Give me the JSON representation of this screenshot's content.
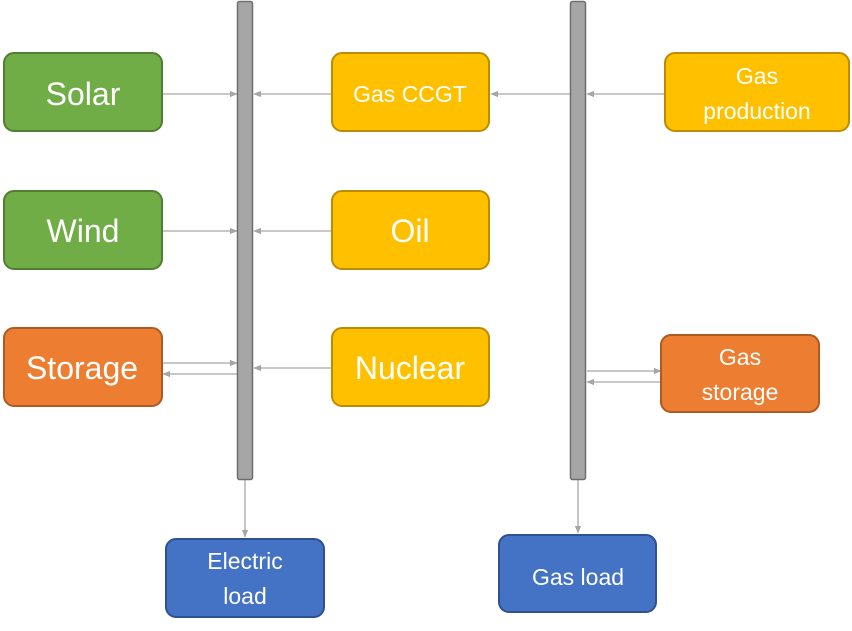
{
  "colors": {
    "green": "#70AD47",
    "green_border": "#507E32",
    "yellow": "#FFC000",
    "yellow_border": "#BC8C00",
    "orange": "#ED7D31",
    "orange_border": "#AE5A21",
    "blue": "#4472C4",
    "blue_border": "#2F528F",
    "bus": "#A6A6A6",
    "bus_border": "#6E6E6E",
    "arrow": "#A6A6A6"
  },
  "nodes": {
    "solar": "Solar",
    "wind": "Wind",
    "storage": "Storage",
    "gas_ccgt": "Gas CCGT",
    "oil": "Oil",
    "nuclear": "Nuclear",
    "gas_production": [
      "Gas",
      "production"
    ],
    "gas_storage": [
      "Gas",
      "storage"
    ],
    "electric_load": [
      "Electric",
      "load"
    ],
    "gas_load": "Gas load"
  }
}
